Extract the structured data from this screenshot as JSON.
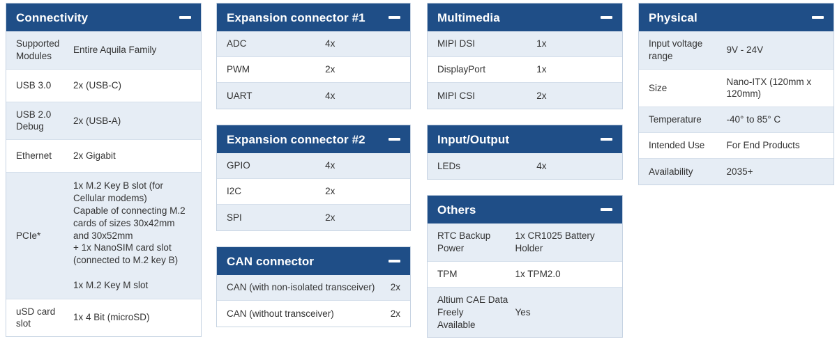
{
  "icons": {
    "collapse": "minus-icon"
  },
  "colors": {
    "header_bg": "#1f4e87",
    "header_text": "#ffffff",
    "row_alt_bg": "#e6edf5",
    "row_bg": "#ffffff",
    "border": "#c6d3e2",
    "text": "#333333"
  },
  "panels": {
    "connectivity": {
      "title": "Connectivity",
      "rows": [
        {
          "label": "Supported\nModules",
          "value": "Entire Aquila Family"
        },
        {
          "label": "USB 3.0",
          "value": "2x (USB-C)"
        },
        {
          "label": "USB 2.0\nDebug",
          "value": "2x (USB-A)"
        },
        {
          "label": "Ethernet",
          "value": "2x Gigabit"
        },
        {
          "label": "PCIe*",
          "value": "1x M.2 Key B slot (for\nCellular modems)\nCapable of connecting M.2\ncards of sizes 30x42mm\nand 30x52mm\n+ 1x NanoSIM card slot\n(connected to M.2 key B)\n\n1x M.2 Key M slot"
        },
        {
          "label": "uSD card\nslot",
          "value": "1x 4 Bit (microSD)"
        }
      ]
    },
    "expansion1": {
      "title": "Expansion connector #1",
      "rows": [
        {
          "label": "ADC",
          "value": "4x"
        },
        {
          "label": "PWM",
          "value": "2x"
        },
        {
          "label": "UART",
          "value": "4x"
        }
      ]
    },
    "expansion2": {
      "title": "Expansion connector #2",
      "rows": [
        {
          "label": "GPIO",
          "value": "4x"
        },
        {
          "label": "I2C",
          "value": "2x"
        },
        {
          "label": "SPI",
          "value": "2x"
        }
      ]
    },
    "can": {
      "title": "CAN connector",
      "rows": [
        {
          "label": "CAN (with non-isolated transceiver)",
          "value": "2x"
        },
        {
          "label": "CAN (without transceiver)",
          "value": "2x"
        }
      ]
    },
    "multimedia": {
      "title": "Multimedia",
      "rows": [
        {
          "label": "MIPI DSI",
          "value": "1x"
        },
        {
          "label": "DisplayPort",
          "value": "1x"
        },
        {
          "label": "MIPI CSI",
          "value": "2x"
        }
      ]
    },
    "io": {
      "title": "Input/Output",
      "rows": [
        {
          "label": "LEDs",
          "value": "4x"
        }
      ]
    },
    "others": {
      "title": "Others",
      "rows": [
        {
          "label": "RTC Backup Power",
          "value": "1x CR1025 Battery\nHolder"
        },
        {
          "label": "TPM",
          "value": "1x TPM2.0"
        },
        {
          "label": "Altium CAE Data Freely\nAvailable",
          "value": "Yes"
        }
      ]
    },
    "physical": {
      "title": "Physical",
      "rows": [
        {
          "label": "Input voltage\nrange",
          "value": "9V - 24V"
        },
        {
          "label": "Size",
          "value": "Nano-ITX (120mm x\n120mm)"
        },
        {
          "label": "Temperature",
          "value": "-40° to 85° C"
        },
        {
          "label": "Intended Use",
          "value": "For End Products"
        },
        {
          "label": "Availability",
          "value": "2035+"
        }
      ]
    }
  }
}
